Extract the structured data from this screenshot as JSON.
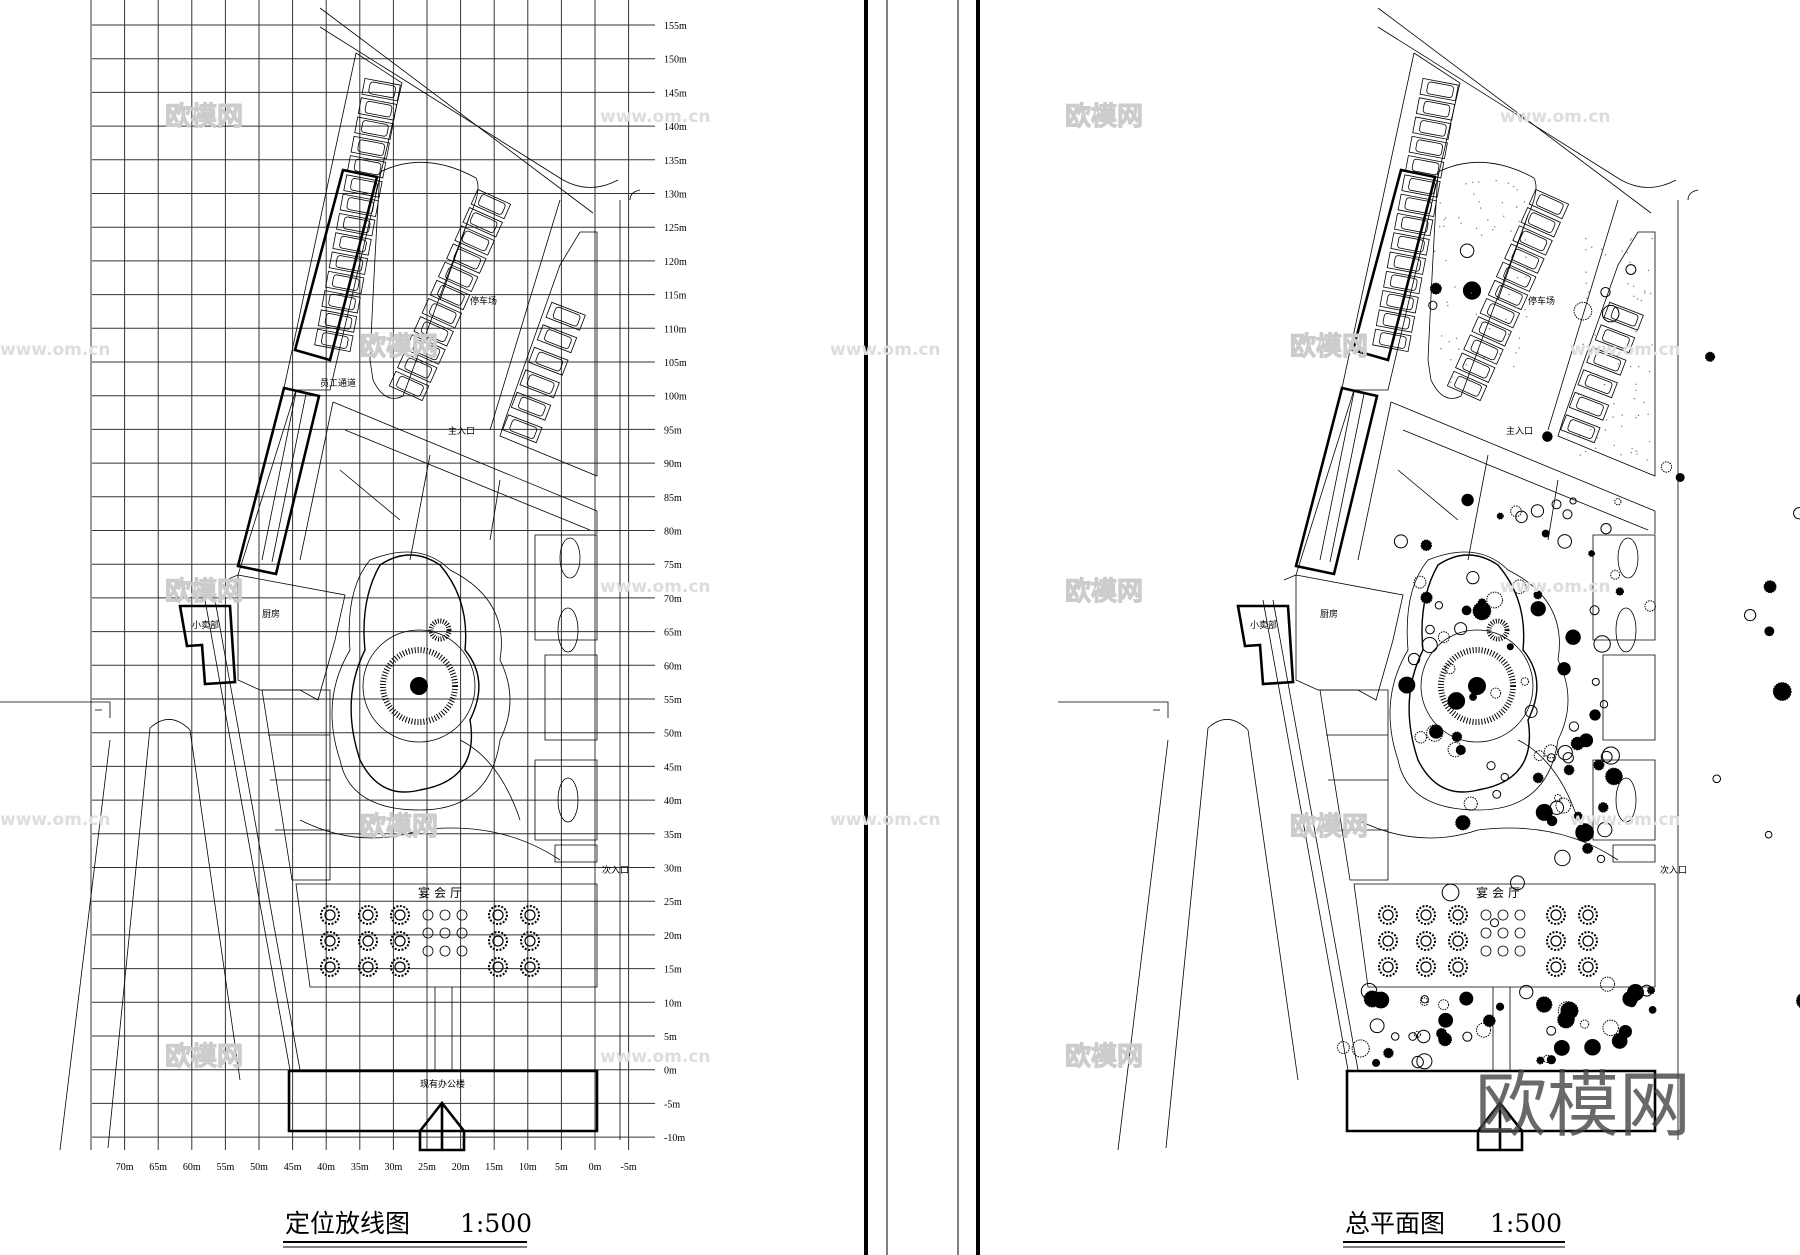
{
  "left_panel": {
    "title": "定位放线图",
    "scale": "1:500",
    "y_axis_labels": [
      "155m",
      "150m",
      "145m",
      "140m",
      "135m",
      "130m",
      "125m",
      "120m",
      "115m",
      "110m",
      "105m",
      "100m",
      "95m",
      "90m",
      "85m",
      "80m",
      "75m",
      "70m",
      "65m",
      "60m",
      "55m",
      "50m",
      "45m",
      "40m",
      "35m",
      "30m",
      "25m",
      "20m",
      "15m",
      "10m",
      "5m",
      "0m",
      "-5m",
      "-10m"
    ],
    "x_axis_labels": [
      "70m",
      "65m",
      "60m",
      "55m",
      "50m",
      "45m",
      "40m",
      "35m",
      "30m",
      "25m",
      "20m",
      "15m",
      "10m",
      "5m",
      "0m",
      "-5m"
    ],
    "grid": true
  },
  "right_panel": {
    "title": "总平面图",
    "scale": "1:500"
  },
  "plan_labels": {
    "parking": "停车场",
    "kitchen": "厨房",
    "kiosk": "小卖部",
    "banquet_hall": "宴会厅",
    "office": "现有办公楼",
    "secondary_entrance": "次入口",
    "main_entrance": "主入口",
    "staff_passage": "员工通道"
  },
  "watermarks": {
    "logo": "欧模网",
    "url": "www.om.cn"
  },
  "colors": {
    "line": "#000000",
    "background": "#ffffff",
    "watermark": "#444444"
  }
}
